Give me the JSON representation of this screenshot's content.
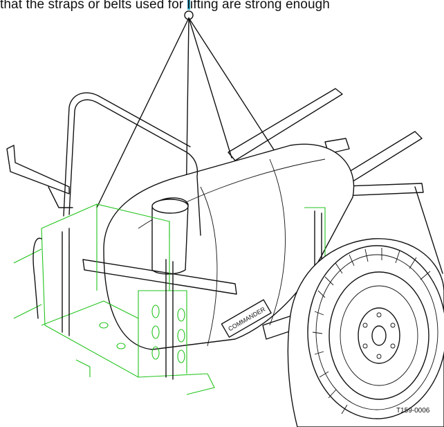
{
  "caption": "that the straps or belts used for lifting are strong enough",
  "tank_brand": "COMMANDER",
  "figure_ref": "T159-0006",
  "colors": {
    "line": "#111111",
    "frame_highlight": "#22c41c",
    "hook_accent": "#2aa7c9"
  }
}
